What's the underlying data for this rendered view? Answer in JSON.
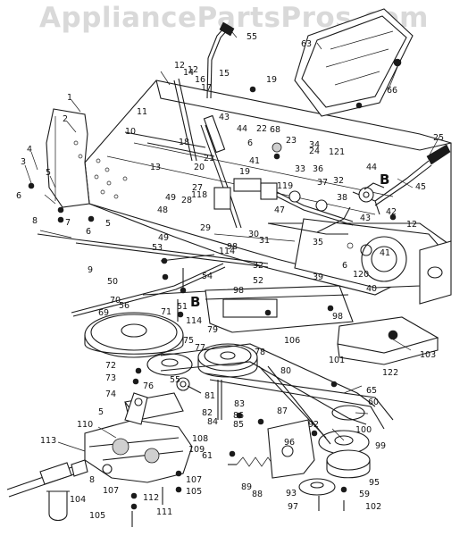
{
  "watermark": "AppliancePartsPros.com",
  "section_markers": [
    "B",
    "B"
  ],
  "callouts": [
    {
      "id": "c1",
      "text": "1"
    },
    {
      "id": "c2",
      "text": "2"
    },
    {
      "id": "c3",
      "text": "3"
    },
    {
      "id": "c4",
      "text": "4"
    },
    {
      "id": "c5a",
      "text": "5"
    },
    {
      "id": "c6a",
      "text": "6"
    },
    {
      "id": "c7",
      "text": "7"
    },
    {
      "id": "c8a",
      "text": "8"
    },
    {
      "id": "c6b",
      "text": "6"
    },
    {
      "id": "c5b",
      "text": "5"
    },
    {
      "id": "c9",
      "text": "9"
    },
    {
      "id": "c10",
      "text": "10"
    },
    {
      "id": "c11",
      "text": "11"
    },
    {
      "id": "c12a",
      "text": "12"
    },
    {
      "id": "c13",
      "text": "13"
    },
    {
      "id": "c14",
      "text": "14"
    },
    {
      "id": "c15",
      "text": "15"
    },
    {
      "id": "c16",
      "text": "16"
    },
    {
      "id": "c17",
      "text": "17"
    },
    {
      "id": "c18",
      "text": "18"
    },
    {
      "id": "c19a",
      "text": "19"
    },
    {
      "id": "c19b",
      "text": "19"
    },
    {
      "id": "c20",
      "text": "20"
    },
    {
      "id": "c21",
      "text": "21"
    },
    {
      "id": "c22",
      "text": "22"
    },
    {
      "id": "c23",
      "text": "23"
    },
    {
      "id": "c24",
      "text": "24"
    },
    {
      "id": "c25",
      "text": "25"
    },
    {
      "id": "c27",
      "text": "27"
    },
    {
      "id": "c28",
      "text": "28"
    },
    {
      "id": "c29",
      "text": "29"
    },
    {
      "id": "c30",
      "text": "30"
    },
    {
      "id": "c31",
      "text": "31"
    },
    {
      "id": "c32a",
      "text": "32"
    },
    {
      "id": "c32b",
      "text": "32"
    },
    {
      "id": "c33",
      "text": "33"
    },
    {
      "id": "c34",
      "text": "34"
    },
    {
      "id": "c35",
      "text": "35"
    },
    {
      "id": "c36",
      "text": "36"
    },
    {
      "id": "c37",
      "text": "37"
    },
    {
      "id": "c38",
      "text": "38"
    },
    {
      "id": "c39",
      "text": "39"
    },
    {
      "id": "c40",
      "text": "40"
    },
    {
      "id": "c41a",
      "text": "41"
    },
    {
      "id": "c41b",
      "text": "41"
    },
    {
      "id": "c42",
      "text": "42"
    },
    {
      "id": "c43a",
      "text": "43"
    },
    {
      "id": "c43b",
      "text": "43"
    },
    {
      "id": "c44a",
      "text": "44"
    },
    {
      "id": "c44b",
      "text": "44"
    },
    {
      "id": "c45",
      "text": "45"
    },
    {
      "id": "c47",
      "text": "47"
    },
    {
      "id": "c48",
      "text": "48"
    },
    {
      "id": "c49a",
      "text": "49"
    },
    {
      "id": "c49b",
      "text": "49"
    },
    {
      "id": "c50",
      "text": "50"
    },
    {
      "id": "c51",
      "text": "51"
    },
    {
      "id": "c52",
      "text": "52"
    },
    {
      "id": "c53",
      "text": "53"
    },
    {
      "id": "c54",
      "text": "54"
    },
    {
      "id": "c55a",
      "text": "55"
    },
    {
      "id": "c55b",
      "text": "55"
    },
    {
      "id": "c56",
      "text": "56"
    },
    {
      "id": "c59",
      "text": "59"
    },
    {
      "id": "c60",
      "text": "60"
    },
    {
      "id": "c61",
      "text": "61"
    },
    {
      "id": "c63",
      "text": "63"
    },
    {
      "id": "c65",
      "text": "65"
    },
    {
      "id": "c66",
      "text": "66"
    },
    {
      "id": "c68",
      "text": "68"
    },
    {
      "id": "c69",
      "text": "69"
    },
    {
      "id": "c70",
      "text": "70"
    },
    {
      "id": "c71",
      "text": "71"
    },
    {
      "id": "c72",
      "text": "72"
    },
    {
      "id": "c73",
      "text": "73"
    },
    {
      "id": "c74",
      "text": "74"
    },
    {
      "id": "c75",
      "text": "75"
    },
    {
      "id": "c76",
      "text": "76"
    },
    {
      "id": "c77",
      "text": "77"
    },
    {
      "id": "c78",
      "text": "78"
    },
    {
      "id": "c79",
      "text": "79"
    },
    {
      "id": "c80",
      "text": "80"
    },
    {
      "id": "c81",
      "text": "81"
    },
    {
      "id": "c82",
      "text": "82"
    },
    {
      "id": "c83",
      "text": "83"
    },
    {
      "id": "c84",
      "text": "84"
    },
    {
      "id": "c85",
      "text": "85"
    },
    {
      "id": "c86",
      "text": "86"
    },
    {
      "id": "c87",
      "text": "87"
    },
    {
      "id": "c88",
      "text": "88"
    },
    {
      "id": "c89",
      "text": "89"
    },
    {
      "id": "c92",
      "text": "92"
    },
    {
      "id": "c93",
      "text": "93"
    },
    {
      "id": "c95",
      "text": "95"
    },
    {
      "id": "c96",
      "text": "96"
    },
    {
      "id": "c97",
      "text": "97"
    },
    {
      "id": "c98a",
      "text": "98"
    },
    {
      "id": "c98b",
      "text": "98"
    },
    {
      "id": "c98c",
      "text": "98"
    },
    {
      "id": "c99",
      "text": "99"
    },
    {
      "id": "c100",
      "text": "100"
    },
    {
      "id": "c101",
      "text": "101"
    },
    {
      "id": "c102",
      "text": "102"
    },
    {
      "id": "c103",
      "text": "103"
    },
    {
      "id": "c104",
      "text": "104"
    },
    {
      "id": "c105a",
      "text": "105"
    },
    {
      "id": "c105b",
      "text": "105"
    },
    {
      "id": "c106",
      "text": "106"
    },
    {
      "id": "c107a",
      "text": "107"
    },
    {
      "id": "c107b",
      "text": "107"
    },
    {
      "id": "c108",
      "text": "108"
    },
    {
      "id": "c109",
      "text": "109"
    },
    {
      "id": "c110",
      "text": "110"
    },
    {
      "id": "c111",
      "text": "111"
    },
    {
      "id": "c112",
      "text": "112"
    },
    {
      "id": "c113",
      "text": "113"
    },
    {
      "id": "c114a",
      "text": "114"
    },
    {
      "id": "c114b",
      "text": "114"
    },
    {
      "id": "c118",
      "text": "118"
    },
    {
      "id": "c119",
      "text": "119"
    },
    {
      "id": "c120",
      "text": "120"
    },
    {
      "id": "c121",
      "text": "121"
    },
    {
      "id": "c122",
      "text": "122"
    },
    {
      "id": "c12b",
      "text": "12"
    },
    {
      "id": "c6c",
      "text": "6"
    },
    {
      "id": "c6d",
      "text": "6"
    },
    {
      "id": "c8b",
      "text": "8"
    },
    {
      "id": "c5c",
      "text": "5"
    },
    {
      "id": "c12c",
      "text": "12"
    }
  ]
}
